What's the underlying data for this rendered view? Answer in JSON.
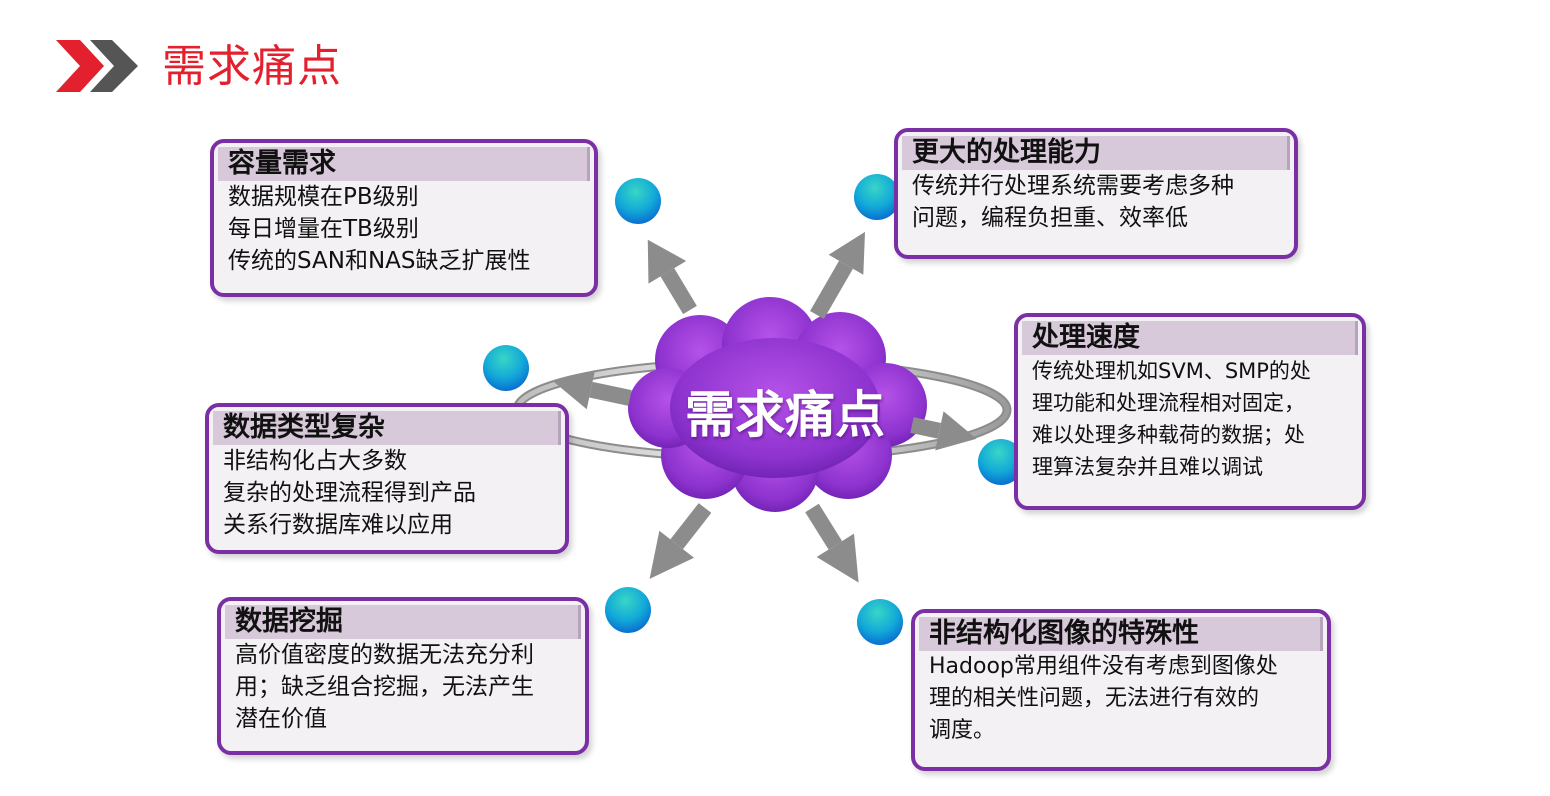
{
  "page": {
    "title": "需求痛点"
  },
  "center": {
    "label": "需求痛点"
  },
  "nodes": [
    {
      "id": "capacity",
      "title": "容量需求",
      "lines": [
        "数据规模在PB级别",
        "每日增量在TB级别",
        "传统的SAN和NAS缺乏扩展性"
      ]
    },
    {
      "id": "processing-power",
      "title": "更大的处理能力",
      "lines": [
        "传统并行处理系统需要考虑多种",
        "问题，编程负担重、效率低"
      ]
    },
    {
      "id": "processing-speed",
      "title": "处理速度",
      "lines": [
        "传统处理机如SVM、SMP的处",
        "理功能和处理流程相对固定，",
        "难以处理多种载荷的数据；处",
        "理算法复杂并且难以调试"
      ]
    },
    {
      "id": "data-types",
      "title": "数据类型复杂",
      "lines": [
        "非结构化占大多数",
        "复杂的处理流程得到产品",
        "关系行数据库难以应用"
      ]
    },
    {
      "id": "data-mining",
      "title": "数据挖掘",
      "lines": [
        "高价值密度的数据无法充分利",
        "用；缺乏组合挖掘，无法产生",
        "潜在价值"
      ]
    },
    {
      "id": "image-unstructured",
      "title": "非结构化图像的特殊性",
      "lines": [
        "Hadoop常用组件没有考虑到图像处",
        "理的相关性问题，无法进行有效的",
        "调度。"
      ]
    }
  ],
  "colors": {
    "accent_red": "#e2202e",
    "chevron_gray": "#555555",
    "box_border": "#7a2fa5",
    "title_band": "#d8c9da",
    "cloud": "#9b3fd6",
    "arrow": "#8c8c8c",
    "node_dot": "#16b6d8"
  }
}
